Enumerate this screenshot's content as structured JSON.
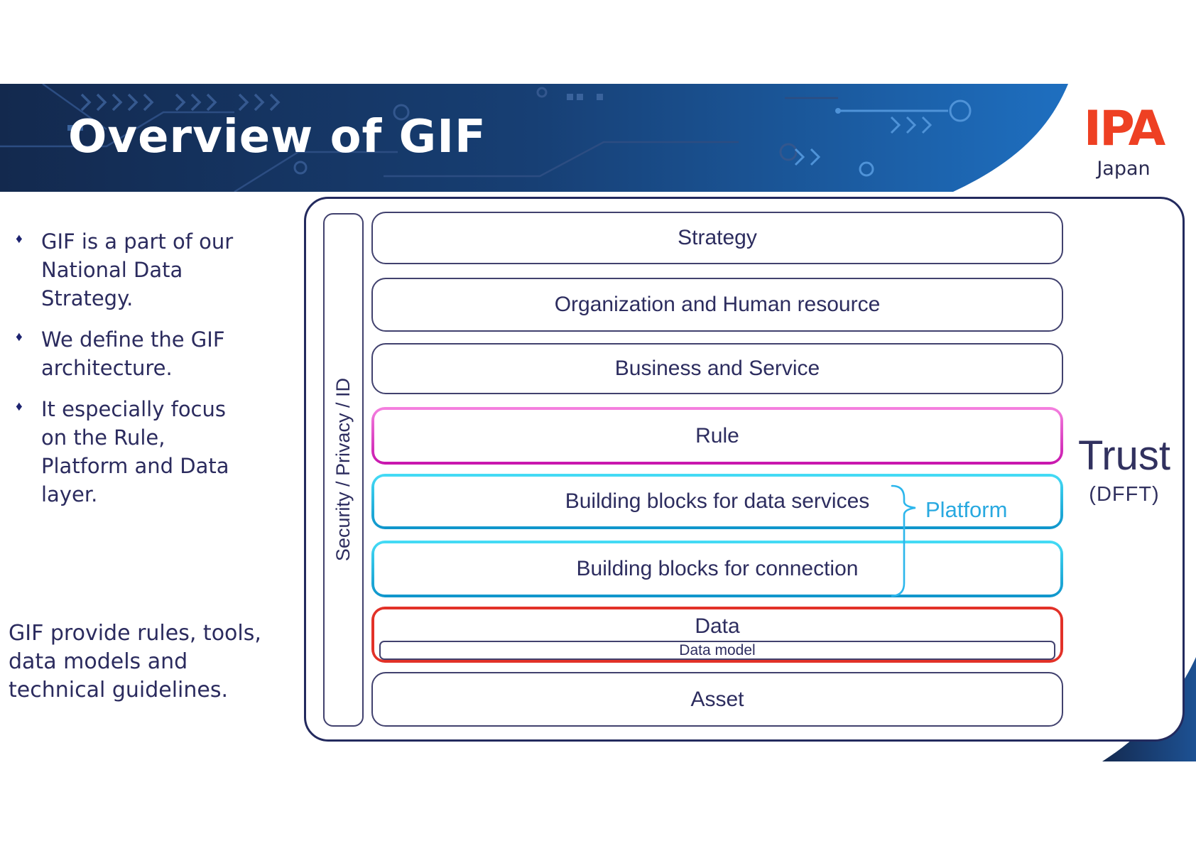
{
  "slide": {
    "title": "Overview of GIF",
    "logo": {
      "name": "IPA",
      "country": "Japan"
    }
  },
  "left_panel": {
    "bullets": [
      {
        "marker": "♦",
        "text": "GIF is a part of our\nNational Data\nStrategy."
      },
      {
        "marker": "♦",
        "text": "We define the GIF\narchitecture."
      },
      {
        "marker": "♦",
        "text": "It especially focus\non the Rule,\nPlatform and Data\nlayer."
      }
    ],
    "note": "GIF provide rules, tools,\ndata models and\ntechnical guidelines."
  },
  "diagram": {
    "sidebar_label": "Security / Privacy / ID",
    "layers": [
      {
        "label": "Strategy",
        "style": "plain"
      },
      {
        "label": "Organization and Human resource",
        "style": "plain"
      },
      {
        "label": "Business and Service",
        "style": "plain"
      },
      {
        "label": "Rule",
        "style": "magenta"
      },
      {
        "label": "Building blocks for data services",
        "style": "cyan"
      },
      {
        "label": "Building blocks for connection",
        "style": "cyan"
      },
      {
        "label": "Data",
        "sublabel": "Data model",
        "style": "red"
      },
      {
        "label": "Asset",
        "style": "plain"
      }
    ],
    "platform_label": "Platform",
    "trust_label": "Trust",
    "trust_sublabel": "(DFFT)"
  },
  "colors": {
    "navy_text": "#2b2b5e",
    "frame_border": "#232a5e",
    "banner_dark": "#14294d",
    "banner_blue": "#1e6fc0",
    "magenta": "#c815ad",
    "cyan": "#18a8d8",
    "red": "#e23128",
    "platform_cyan": "#29a9e0",
    "ipa_red": "#ee4023"
  }
}
